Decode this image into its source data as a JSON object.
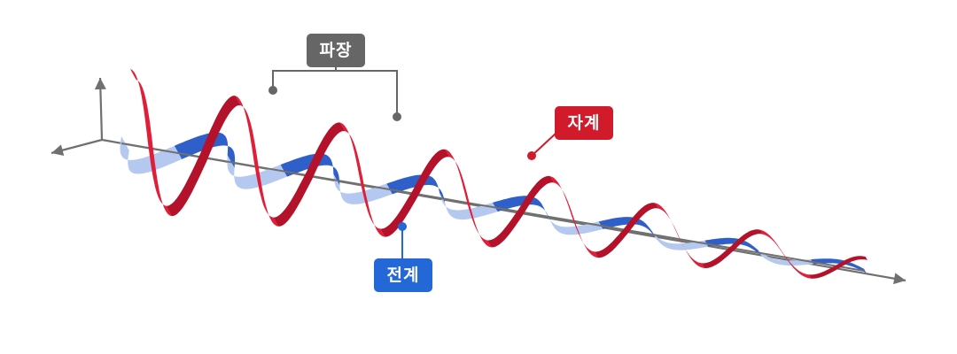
{
  "labels": {
    "wavelength": "파장",
    "magnetic_field": "자계",
    "electric_field": "전계"
  },
  "colors": {
    "magnetic_wave": "#e01e37",
    "magnetic_wave_dark": "#b3122a",
    "electric_wave_light": "#b4c8f0",
    "electric_wave_dark": "#2f5fc8",
    "axis": "#707070",
    "wavelength_label_bg": "#666666",
    "magnetic_label_bg": "#d11a2a",
    "electric_label_bg": "#2467d6"
  },
  "wave": {
    "cycles": 7
  }
}
